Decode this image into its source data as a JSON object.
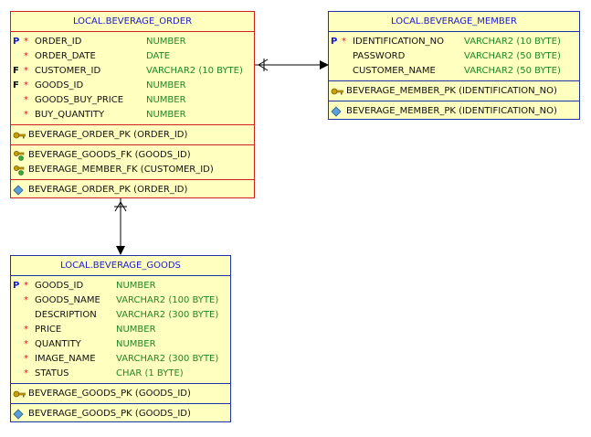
{
  "order": {
    "title": "LOCAL.BEVERAGE_ORDER",
    "columns": [
      {
        "flag": "P",
        "req": "*",
        "name": "ORDER_ID",
        "type": "NUMBER"
      },
      {
        "flag": "",
        "req": "*",
        "name": "ORDER_DATE",
        "type": "DATE"
      },
      {
        "flag": "F",
        "req": "*",
        "name": "CUSTOMER_ID",
        "type": "VARCHAR2 (10 BYTE)"
      },
      {
        "flag": "F",
        "req": "*",
        "name": "GOODS_ID",
        "type": "NUMBER"
      },
      {
        "flag": "",
        "req": "*",
        "name": "GOODS_BUY_PRICE",
        "type": "NUMBER"
      },
      {
        "flag": "",
        "req": "*",
        "name": "BUY_QUANTITY",
        "type": "NUMBER"
      }
    ],
    "pk": "BEVERAGE_ORDER_PK (ORDER_ID)",
    "fks": [
      "BEVERAGE_GOODS_FK (GOODS_ID)",
      "BEVERAGE_MEMBER_FK (CUSTOMER_ID)"
    ],
    "index": "BEVERAGE_ORDER_PK (ORDER_ID)"
  },
  "member": {
    "title": "LOCAL.BEVERAGE_MEMBER",
    "columns": [
      {
        "flag": "P",
        "req": "*",
        "name": "IDENTIFICATION_NO",
        "type": "VARCHAR2 (10 BYTE)"
      },
      {
        "flag": "",
        "req": "",
        "name": "PASSWORD",
        "type": "VARCHAR2 (50 BYTE)"
      },
      {
        "flag": "",
        "req": "",
        "name": "CUSTOMER_NAME",
        "type": "VARCHAR2 (50 BYTE)"
      }
    ],
    "pk": "BEVERAGE_MEMBER_PK (IDENTIFICATION_NO)",
    "index": "BEVERAGE_MEMBER_PK (IDENTIFICATION_NO)"
  },
  "goods": {
    "title": "LOCAL.BEVERAGE_GOODS",
    "columns": [
      {
        "flag": "P",
        "req": "*",
        "name": "GOODS_ID",
        "type": "NUMBER"
      },
      {
        "flag": "",
        "req": "*",
        "name": "GOODS_NAME",
        "type": "VARCHAR2 (100 BYTE)"
      },
      {
        "flag": "",
        "req": "",
        "name": "DESCRIPTION",
        "type": "VARCHAR2 (300 BYTE)"
      },
      {
        "flag": "",
        "req": "*",
        "name": "PRICE",
        "type": "NUMBER"
      },
      {
        "flag": "",
        "req": "*",
        "name": "QUANTITY",
        "type": "NUMBER"
      },
      {
        "flag": "",
        "req": "*",
        "name": "IMAGE_NAME",
        "type": "VARCHAR2 (300 BYTE)"
      },
      {
        "flag": "",
        "req": "*",
        "name": "STATUS",
        "type": "CHAR (1 BYTE)"
      }
    ],
    "pk": "BEVERAGE_GOODS_PK (GOODS_ID)",
    "index": "BEVERAGE_GOODS_PK (GOODS_ID)"
  },
  "colors": {
    "entity_fill": "#ffffc0",
    "order_border": "#cc2222",
    "member_border": "#2233aa",
    "title_text": "#1a1ad0",
    "type_text": "#228822",
    "required_mark": "#cc2222"
  }
}
